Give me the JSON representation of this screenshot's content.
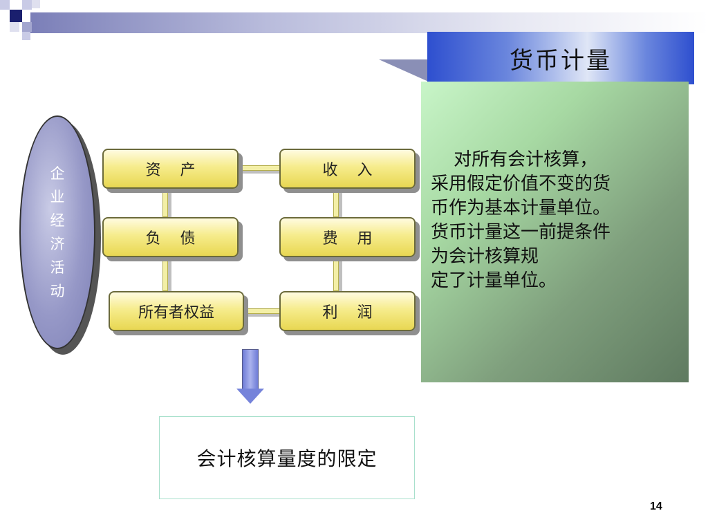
{
  "slide": {
    "title": "货币计量",
    "page_number": "14"
  },
  "left_label": "企业经济活动",
  "elements": {
    "assets": "资    产",
    "income": "收    入",
    "liabilities": "负    债",
    "expenses": "费    用",
    "equity": "所有者权益",
    "profit": "利    润"
  },
  "result_box": "会计核算量度的限定",
  "explanation": "    对所有会计核算，\n采用假定价值不变的货\n币作为基本计量单位。\n货币计量这一前提条件\n为会计核算规\n定了计量单位。",
  "colors": {
    "title_banner": "#2e4fcf",
    "ellipse": "#9698c7",
    "box_fill": "#f6ec8c",
    "panel": "#7f9f7d",
    "arrow": "#7583da"
  }
}
